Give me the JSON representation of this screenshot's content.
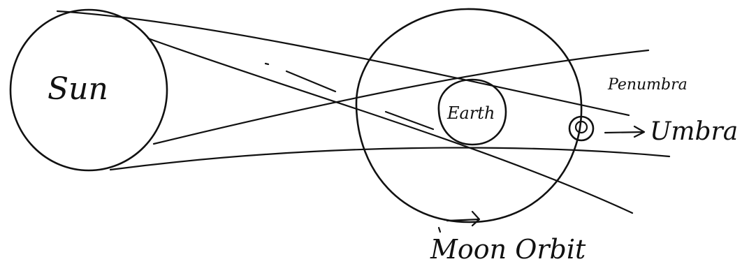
{
  "labels": {
    "sun": "Sun",
    "earth": "Earth",
    "penumbra": "Penumbra",
    "umbra": "Umbra",
    "moon_orbit": "Moon Orbit"
  }
}
